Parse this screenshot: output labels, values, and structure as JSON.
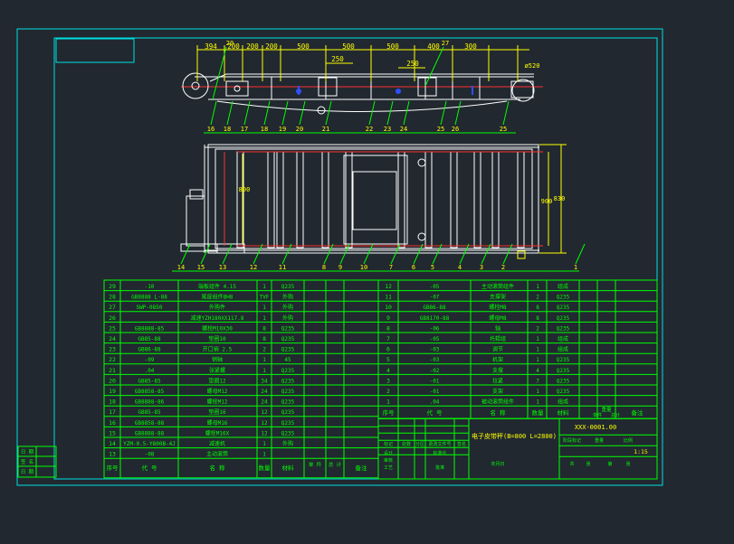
{
  "colors": {
    "background": "#212830",
    "frame": "#00e0e0",
    "drawing": "#ffffff",
    "dimension": "#ffff00",
    "leader": "#00ff00",
    "center": "#ff3030",
    "accent_blue": "#3050ff",
    "table_line": "#00ff00",
    "table_text": "#00ff00"
  },
  "top_dimensions": [
    "394",
    "200",
    "200",
    "200",
    "500",
    "500",
    "500",
    "400",
    "300",
    "250",
    "250"
  ],
  "top_callouts": [
    "20",
    "27"
  ],
  "side_callouts": [
    "ø520"
  ],
  "side_view_callouts": [
    "16",
    "18",
    "17",
    "18",
    "19",
    "20",
    "21",
    "22",
    "23",
    "24",
    "25",
    "26",
    "25"
  ],
  "plan_dimensions": [
    "800",
    "900",
    "830"
  ],
  "plan_callouts": [
    "14",
    "15",
    "13",
    "12",
    "11",
    "8",
    "9",
    "10",
    "7",
    "6",
    "5",
    "4",
    "3",
    "2",
    "1"
  ],
  "bom_left": [
    {
      "no": "29",
      "code": "-10",
      "name": "端板组件 4.15",
      "qty": "1",
      "mat": "Q235"
    },
    {
      "no": "28",
      "code": "GB8888 L-88",
      "name": "尾座组件BH8",
      "qty": "TVF",
      "mat": "外购"
    },
    {
      "no": "27",
      "code": "SWP-0850",
      "name": "外购件",
      "qty": "1",
      "mat": "外购"
    },
    {
      "no": "26",
      "code": "",
      "name": "减速YZH180XX117.8",
      "qty": "1",
      "mat": "外购"
    },
    {
      "no": "25",
      "code": "GB8888-85",
      "name": "螺栓M10X30",
      "qty": "8",
      "mat": "Q235"
    },
    {
      "no": "24",
      "code": "GB85-88",
      "name": "垫圈10",
      "qty": "8",
      "mat": "Q235"
    },
    {
      "no": "23",
      "code": "GB86-88",
      "name": "开口销 2.5",
      "qty": "2",
      "mat": "Q235"
    },
    {
      "no": "22",
      "code": "-09",
      "name": "销轴",
      "qty": "1",
      "mat": "45"
    },
    {
      "no": "21",
      "code": ".04",
      "name": "张紧螺",
      "qty": "1",
      "mat": "Q235"
    },
    {
      "no": "20",
      "code": "GB85-85",
      "name": "垫圈12",
      "qty": "34",
      "mat": "Q235"
    },
    {
      "no": "19",
      "code": "GB8858-85",
      "name": "螺母M12",
      "qty": "24",
      "mat": "Q235"
    },
    {
      "no": "18",
      "code": "GB8888-86",
      "name": "螺栓M12",
      "qty": "24",
      "mat": "Q235"
    },
    {
      "no": "17",
      "code": "GB85-85",
      "name": "垫圈16",
      "qty": "12",
      "mat": "Q235"
    },
    {
      "no": "16",
      "code": "GB8858-88",
      "name": "螺母M16",
      "qty": "12",
      "mat": "Q235"
    },
    {
      "no": "15",
      "code": "GB8888-88",
      "name": "螺栓M16X",
      "qty": "12",
      "mat": "Q235"
    },
    {
      "no": "14",
      "code": "YZM-0.5-Y800B-4J",
      "name": "减速机",
      "qty": "1",
      "mat": "外购"
    },
    {
      "no": "13",
      "code": "-08",
      "name": "主动滚筒",
      "qty": "1",
      "mat": ""
    }
  ],
  "bom_left_header": {
    "no": "序号",
    "code": "代  号",
    "name": "名    称",
    "qty": "数量",
    "mat": "材料",
    "w1": "单 件",
    "w2": "总 计",
    "note": "备注"
  },
  "bom_right": [
    {
      "no": "12",
      "code": "-05",
      "name": "主动滚筒组件",
      "qty": "1",
      "mat": "组成"
    },
    {
      "no": "11",
      "code": "-07",
      "name": "支撑架",
      "qty": "2",
      "mat": "Q235"
    },
    {
      "no": "10",
      "code": "GB86-88",
      "name": "螺栓M8",
      "qty": "8",
      "mat": "Q235"
    },
    {
      "no": "9",
      "code": "GB8170-88",
      "name": "螺母M8",
      "qty": "8",
      "mat": "Q235"
    },
    {
      "no": "8",
      "code": "-06",
      "name": "轴",
      "qty": "2",
      "mat": "Q235"
    },
    {
      "no": "7",
      "code": "-05",
      "name": "托辊组",
      "qty": "1",
      "mat": "组成"
    },
    {
      "no": "6",
      "code": "-03",
      "name": "调节",
      "qty": "1",
      "mat": "组成"
    },
    {
      "no": "5",
      "code": "-03",
      "name": "机架",
      "qty": "1",
      "mat": "Q235"
    },
    {
      "no": "4",
      "code": "-02",
      "name": "支撑",
      "qty": "4",
      "mat": "Q235"
    },
    {
      "no": "3",
      "code": "-01",
      "name": "拉紧",
      "qty": "7",
      "mat": "Q235"
    },
    {
      "no": "2",
      "code": "-01",
      "name": "支架",
      "qty": "1",
      "mat": "Q235"
    },
    {
      "no": "1",
      "code": ".04",
      "name": "被动滚筒组件",
      "qty": "1",
      "mat": "组成"
    }
  ],
  "bom_right_header": {
    "no": "序号",
    "code": "代    号",
    "name": "名    称",
    "qty": "数量",
    "mat": "材料",
    "weight": "重量",
    "unit": "单件",
    "total": "总计",
    "note": "备注"
  },
  "title_block": {
    "drawing_name": "电子皮带秤(B=800  L=2800)",
    "drawing_no": "XXX-0001.00",
    "scale": "1:15",
    "labels": [
      "标记",
      "处数",
      "分区",
      "更改文件号",
      "签名",
      "年月日",
      "设计",
      "标准化",
      "审核",
      "工艺",
      "批准",
      "阶段标记",
      "重量",
      "比例",
      "共",
      "张",
      "第",
      "张"
    ]
  },
  "left_stamp": [
    "日 期",
    "签 名",
    "日 期"
  ]
}
